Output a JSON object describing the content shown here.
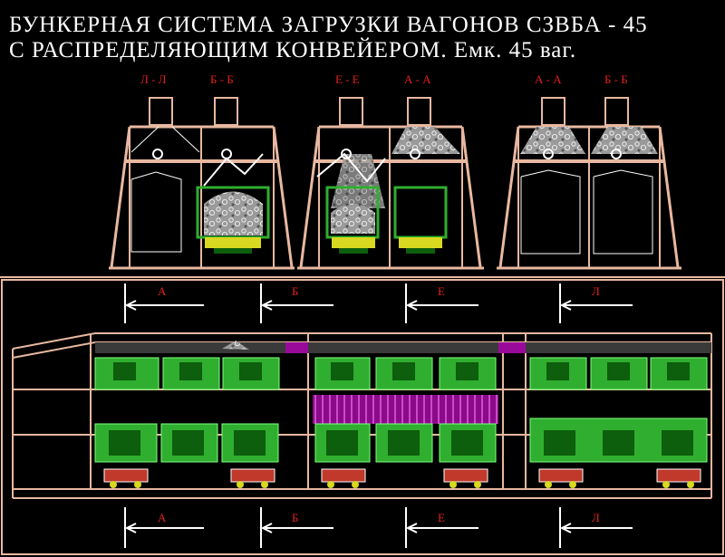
{
  "title": {
    "line1": "БУНКЕРНАЯ СИСТЕМА ЗАГРУЗКИ ВАГОНОВ  СЗВБА - 45",
    "line2": "С РАСПРЕДЕЛЯЮЩИМ КОНВЕЙЕРОМ. Емк. 45 ваг."
  },
  "sections": {
    "left": [
      "Л - Л",
      "Б - Б"
    ],
    "middle": [
      "Е - Е",
      "А - А"
    ],
    "right": [
      "А - А",
      "Б - Б"
    ]
  },
  "plan_markers": {
    "top": [
      "А",
      "Б",
      "Е",
      "Л"
    ],
    "bottom": [
      "А",
      "Б",
      "Е",
      "Л"
    ]
  },
  "colors": {
    "frame": "#e8b8a0",
    "label": "#e0211d",
    "bin_green": "#2fae2f",
    "bin_dark": "#0d5e0d",
    "magenta": "#9a0a9a",
    "wagon_red": "#c0392b",
    "wagon_yellow": "#d8d820"
  }
}
